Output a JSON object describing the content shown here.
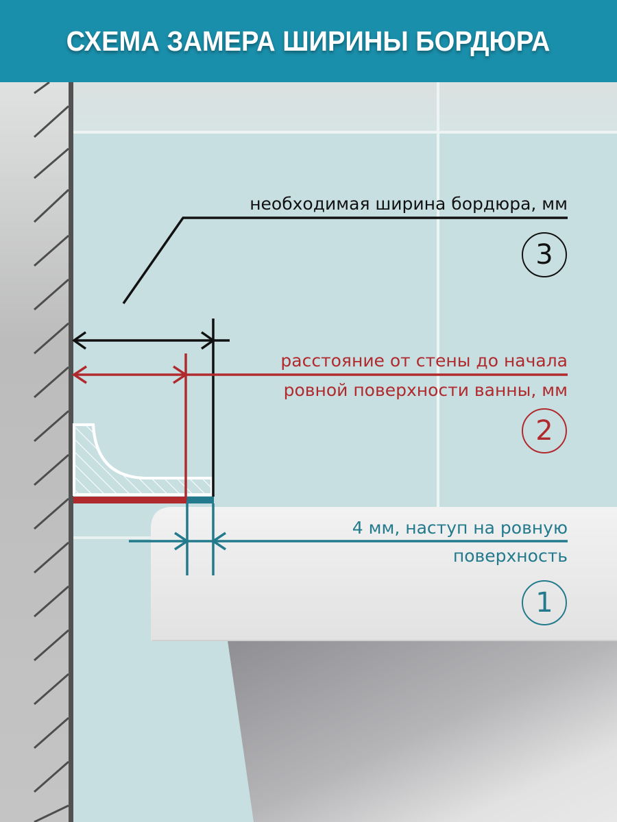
{
  "header": {
    "title": "СХЕМА ЗАМЕРА ШИРИНЫ БОРДЮРА"
  },
  "annotations": [
    {
      "number": "3",
      "color": "#111111",
      "lines": [
        "необходимая ширина бордюра, мм"
      ]
    },
    {
      "number": "2",
      "color": "#b02a2d",
      "lines": [
        "расстояние от стены до начала",
        "ровной поверхности ванны, мм"
      ]
    },
    {
      "number": "1",
      "color": "#227a8c",
      "lines": [
        "4 мм, наступ на ровную",
        "поверхность"
      ]
    }
  ],
  "colors": {
    "header_bg": "#1a8fab",
    "dimension_black": "#111111",
    "dimension_red": "#b02a2d",
    "dimension_teal": "#227a8c",
    "wall_line": "#525252",
    "tile": "#c8dfe2",
    "bath": "#e6e6e6"
  }
}
